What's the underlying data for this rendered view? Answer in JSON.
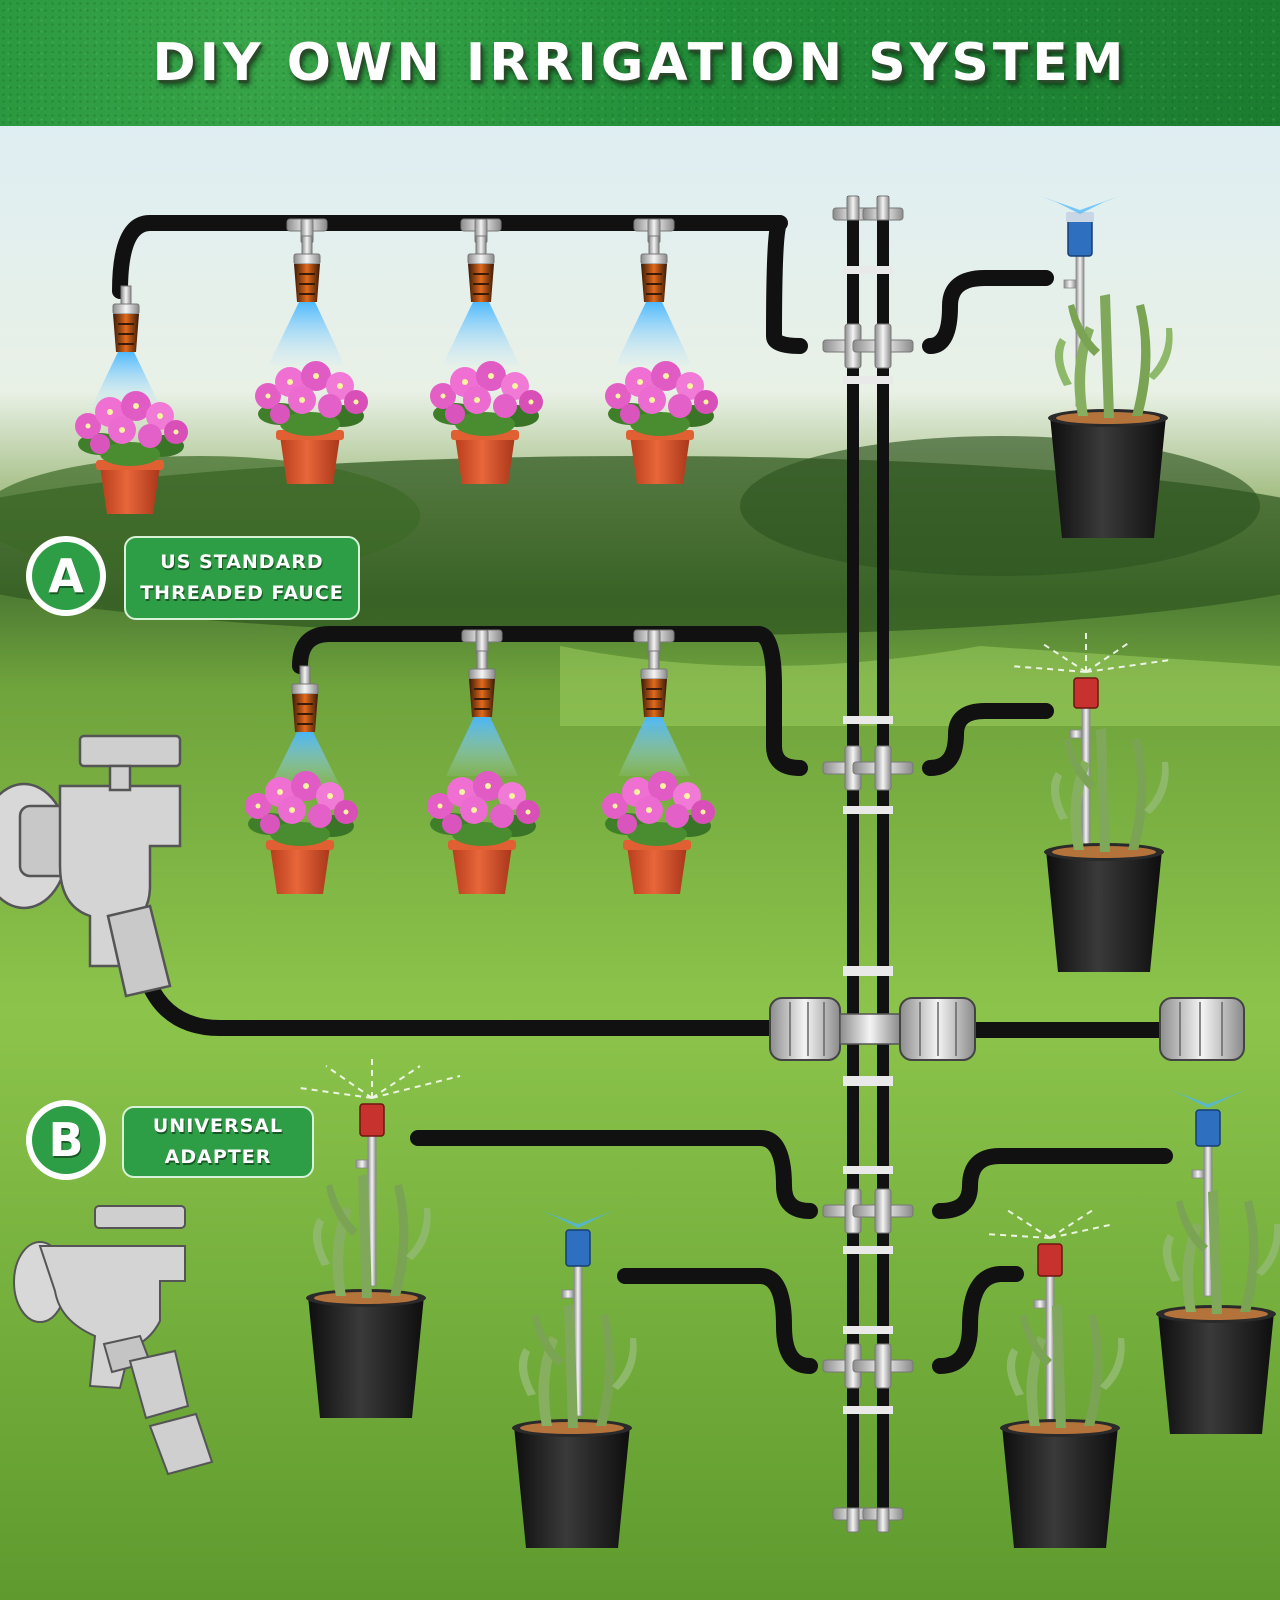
{
  "header": {
    "title": "DIY OWN IRRIGATION SYSTEM"
  },
  "option_a": {
    "letter": "A",
    "line1": "US STANDARD",
    "line2": "THREADED FAUCE"
  },
  "option_b": {
    "letter": "B",
    "line1": "UNIVERSAL",
    "line2": "ADAPTER"
  },
  "colors": {
    "banner_green": "#238f3a",
    "badge_green": "#2e9e46",
    "tube": "#111111",
    "pot_orange": "#d9552c",
    "pot_black": "#1c1c1c",
    "nozzle_red": "#c8322e",
    "nozzle_blue": "#2f6fbf",
    "flower_pink": "#e05bc4"
  }
}
